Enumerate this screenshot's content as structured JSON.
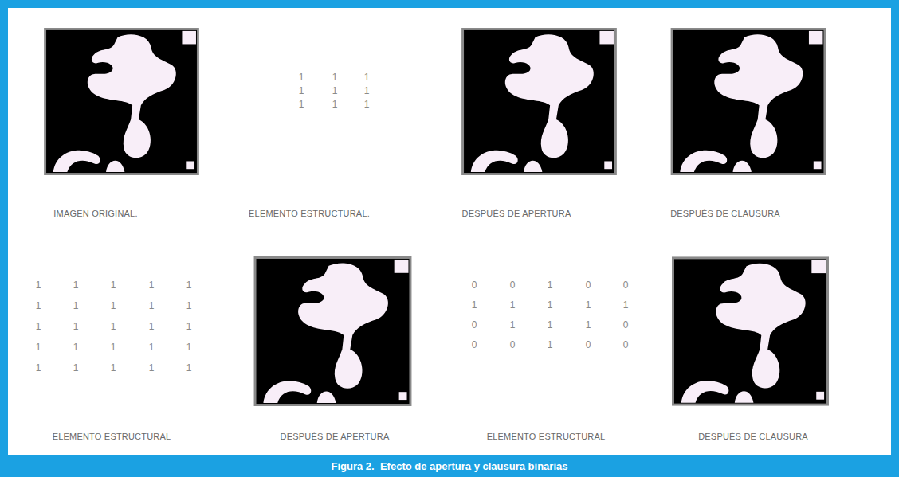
{
  "diagram": {
    "caption": "Figura 2.  Efecto de apertura y clausura binarias",
    "labels": [
      "1",
      "1",
      "1",
      "1",
      "1",
      "1",
      "1",
      "1",
      "1",
      "IMAGEN ORIGINAL.",
      "ELEMENTO ESTRUCTURAL.",
      "DESPUÉS DE APERTURA",
      "DESPUÉS DE CLAUSURA",
      "1",
      "1",
      "1",
      "1",
      "1",
      "1",
      "1",
      "1",
      "1",
      "1",
      "1",
      "1",
      "1",
      "1",
      "1",
      "1",
      "1",
      "1",
      "1",
      "1",
      "1",
      "1",
      "1",
      "1",
      "1",
      "0",
      "0",
      "1",
      "0",
      "0",
      "1",
      "1",
      "1",
      "1",
      "1",
      "0",
      "1",
      "1",
      "1",
      "0",
      "0",
      "0",
      "1",
      "0",
      "0",
      "ELEMENTO ESTRUCTURAL",
      "DESPUÉS DE APERTURA",
      "ELEMENTO ESTRUCTURAL",
      "DESPUÉS DE CLAUSURA"
    ]
  }
}
